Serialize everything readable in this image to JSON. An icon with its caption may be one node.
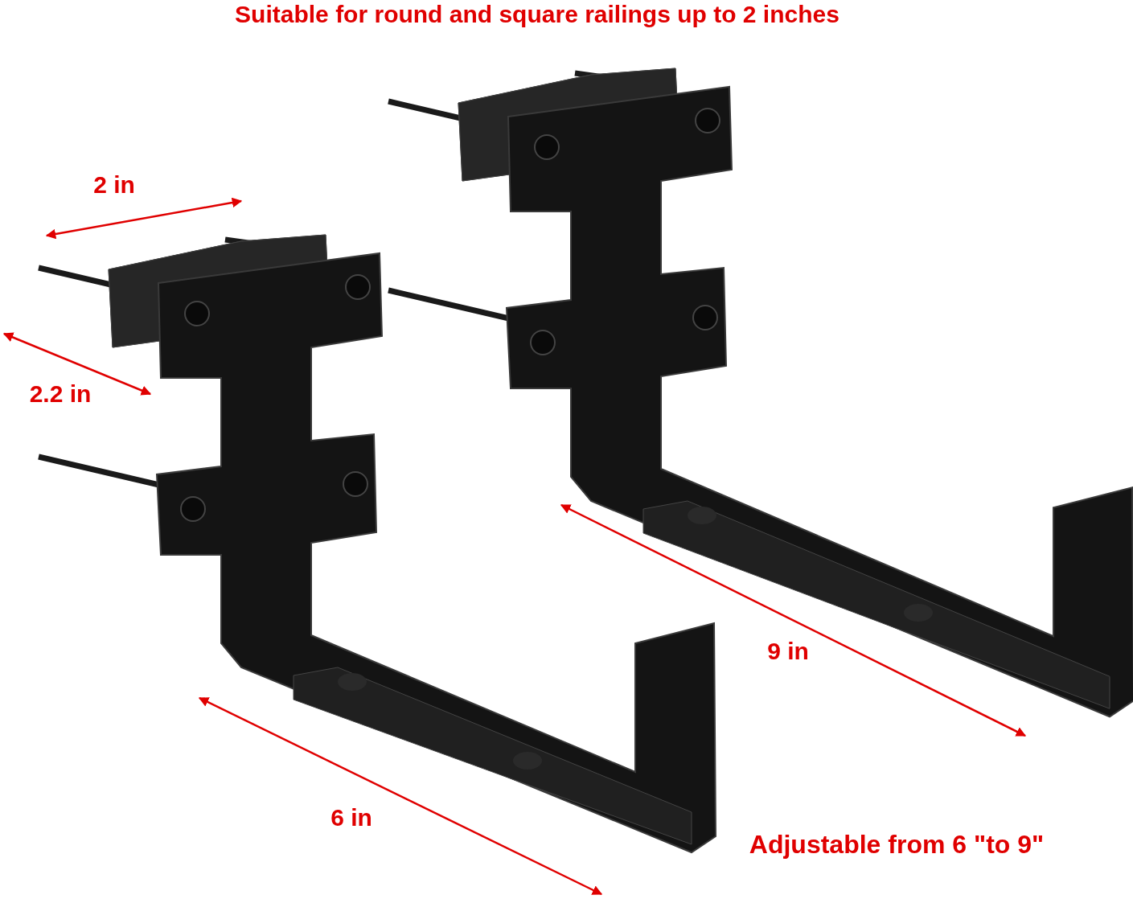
{
  "diagram": {
    "title": "Suitable for round and square railings up to 2 inches",
    "labels": [
      "2 in",
      "2.2 in",
      "9 in",
      "6 in",
      "Adjustable from 6 \"to 9\""
    ]
  }
}
